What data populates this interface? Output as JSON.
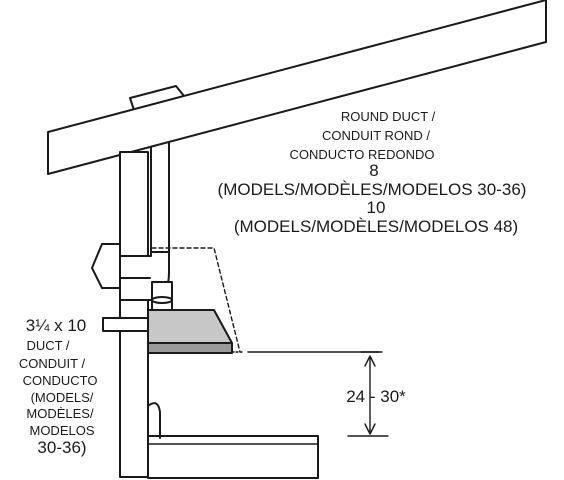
{
  "round_duct": {
    "line1": "ROUND DUCT /",
    "line2": "CONDUIT ROND /",
    "line3": "CONDUCTO REDONDO",
    "size_a": "8",
    "models_a": "(MODELS/MODÈLES/MODELOS 30-36)",
    "size_b": "10",
    "models_b": "(MODELS/MODÈLES/MODELOS 48)"
  },
  "rect_duct": {
    "size": "3¼ x 10",
    "line1": "DUCT /",
    "line2": "CONDUIT /",
    "line3": "CONDUCTO",
    "line4": "(MODELS/",
    "line5": "MODÈLES/",
    "line6": "MODELOS",
    "line7": "30-36)"
  },
  "height_dimension": "24 - 30*"
}
